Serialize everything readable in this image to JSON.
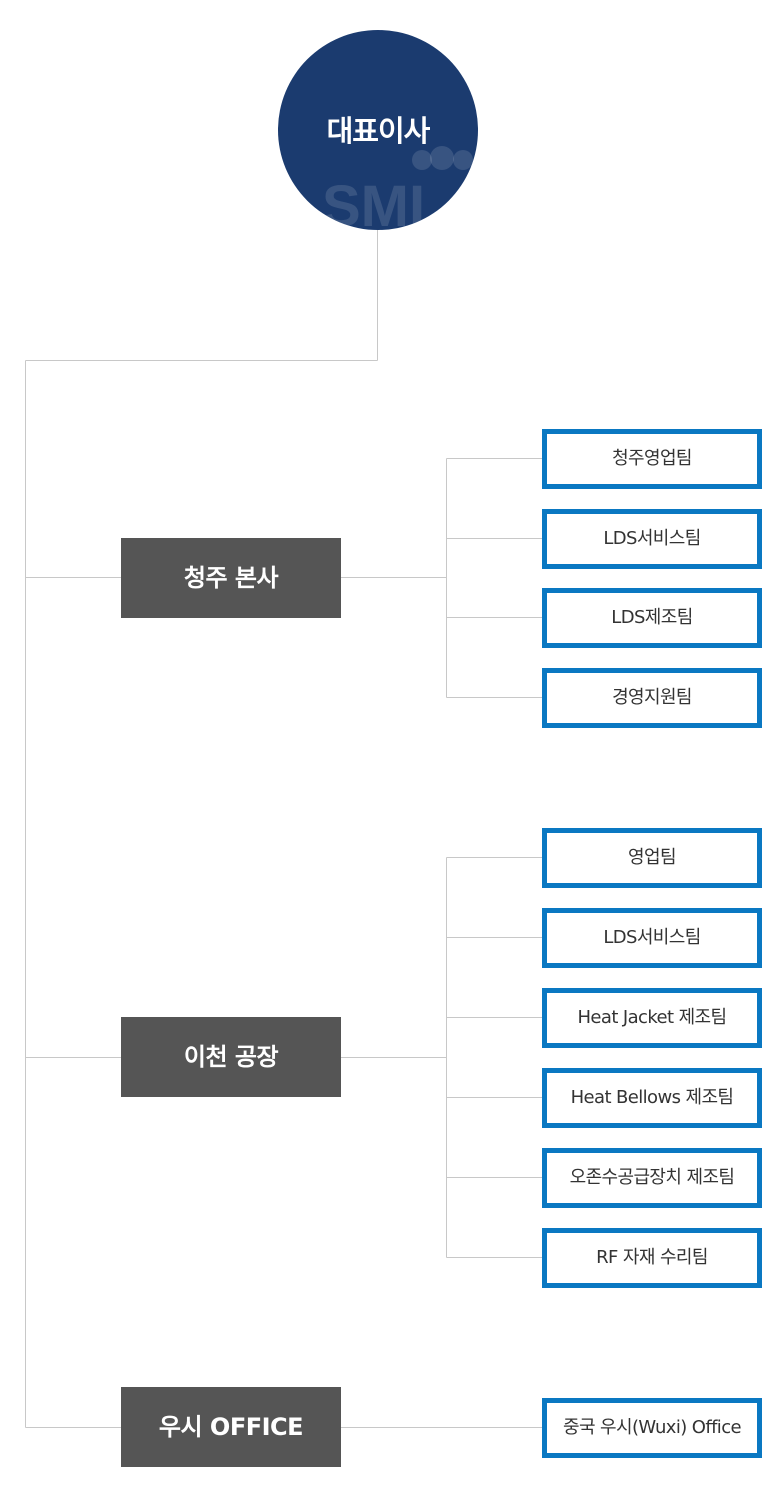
{
  "ceo": {
    "label": "대표이사",
    "logo_text": "SMI",
    "logo_icon": "smi-dots-logo"
  },
  "divisions": [
    {
      "label": "청주 본사",
      "teams": [
        "청주영업팀",
        "LDS서비스팀",
        "LDS제조팀",
        "경영지원팀"
      ]
    },
    {
      "label": "이천 공장",
      "teams": [
        "영업팀",
        "LDS서비스팀",
        "Heat Jacket 제조팀",
        "Heat Bellows 제조팀",
        "오존수공급장치 제조팀",
        "RF 자재 수리팀"
      ]
    },
    {
      "label": "우시 OFFICE",
      "teams": [
        "중국 우시(Wuxi) Office"
      ]
    }
  ],
  "colors": {
    "ceo_bg": "#1b3b6f",
    "division_bg": "#555555",
    "team_border": "#0a78c2",
    "line": "#c8c8c8"
  }
}
